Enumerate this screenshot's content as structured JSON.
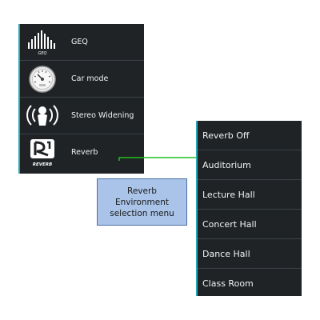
{
  "left_menu": {
    "items": [
      {
        "label": "GEQ",
        "icon": "equalizer-icon"
      },
      {
        "label": "Car mode",
        "icon": "speedometer-icon"
      },
      {
        "label": "Stereo Widening",
        "icon": "stereo-widening-icon"
      },
      {
        "label": "Reverb",
        "icon": "reverb-logo-icon"
      }
    ],
    "geq_icon_caption": "GEQ",
    "reverb_icon_caption": "REVERB"
  },
  "reverb_menu": {
    "items": [
      "Reverb Off",
      "Auditorium",
      "Lecture Hall",
      "Concert Hall",
      "Dance Hall",
      "Class Room"
    ]
  },
  "callout": {
    "line1": "Reverb",
    "line2": "Environment",
    "line3": "selection menu"
  },
  "colors": {
    "menu_bg": "#1f2326",
    "accent": "#2aa7b6",
    "connector": "#1fc21f",
    "callout_bg": "#a9c4e8",
    "callout_border": "#4a6fa8"
  }
}
